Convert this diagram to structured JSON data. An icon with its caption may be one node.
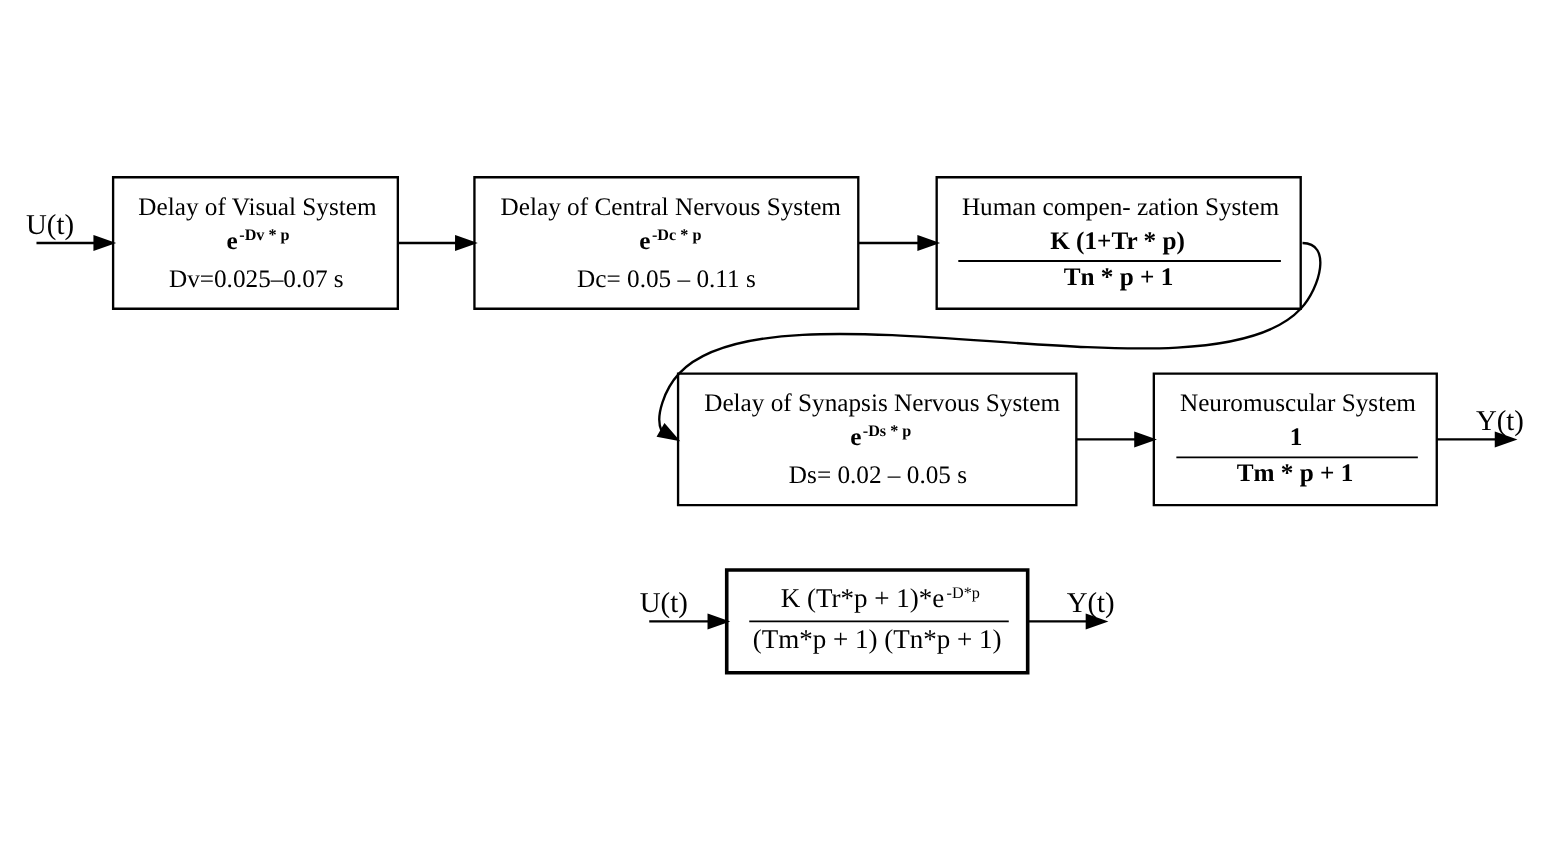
{
  "diagram": {
    "nodes": [
      {
        "text": [
          "Delay of Visual System",
          "e$^{-Dv * p}$",
          "Dv=0.025–0.07 s"
        ]
      },
      {
        "text": [
          "Delay of Central Nervous System",
          "e$^{-Dc * p}$",
          "Dc= 0.05 – 0.11 s"
        ]
      },
      {
        "text": [
          "Human compen- zation System",
          "K (1+Tr * p)",
          "Tn * p + 1"
        ]
      },
      {
        "text": [
          "Delay of Synapsis Nervous System",
          "e$^{-Ds * p}$",
          "Ds= 0.02 – 0.05 s"
        ]
      },
      {
        "text": [
          "Neuromuscular System",
          "1",
          "Tm * p + 1"
        ]
      },
      {
        "text": [
          "K (Tr*p + 1)*e$^{-D*p}$",
          "(Tm*p + 1) (Tn*p + 1)"
        ]
      }
    ],
    "edges": [
      {
        "from": null,
        "to": 0,
        "arrow": "to",
        "label": "U(t)"
      },
      {
        "from": 0,
        "to": 1,
        "arrow": "to"
      },
      {
        "from": 1,
        "to": 2,
        "arrow": "to"
      },
      {
        "from": 2,
        "to": 3,
        "arrow": "to"
      },
      {
        "from": 3,
        "to": 4,
        "arrow": "to"
      },
      {
        "from": 4,
        "to": null,
        "arrow": "to",
        "label": "Y(t)"
      },
      {
        "from": null,
        "to": 5,
        "arrow": "to",
        "label": "U(t)"
      },
      {
        "from": 5,
        "to": null,
        "arrow": "to",
        "label": "Y(t)"
      }
    ]
  }
}
